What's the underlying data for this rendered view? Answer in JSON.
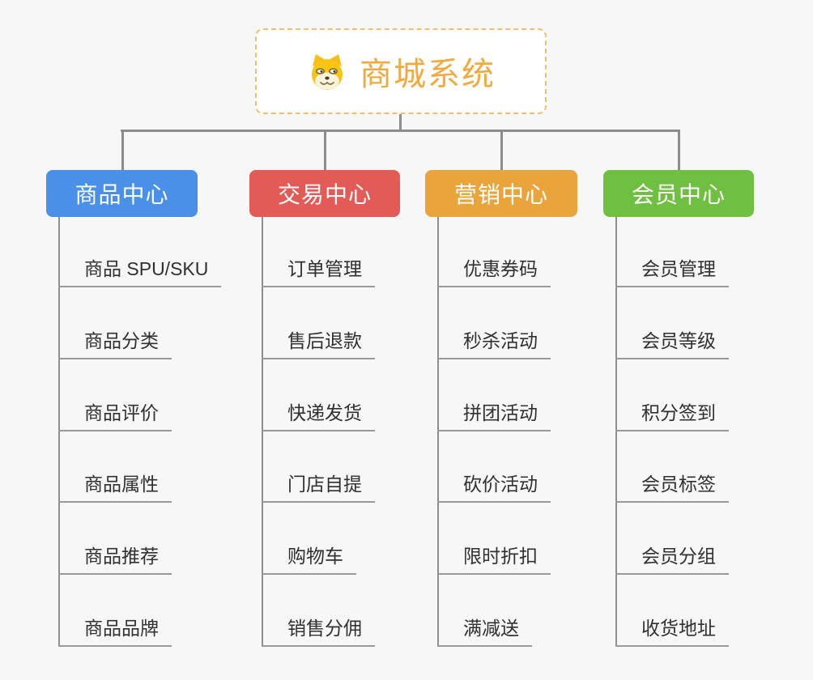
{
  "root": {
    "title": "商城系统",
    "icon": "doge-icon",
    "title_color": "#f2a93f",
    "border_color": "#f3be6c"
  },
  "style": {
    "background": "#f7f7f7",
    "connector_color": "#8c8c8c",
    "leaf_text_color": "#303030",
    "leaf_line_color": "#999999"
  },
  "branches": [
    {
      "label": "商品中心",
      "color": "#4a8fe8",
      "items": [
        "商品 SPU/SKU",
        "商品分类",
        "商品评价",
        "商品属性",
        "商品推荐",
        "商品品牌"
      ]
    },
    {
      "label": "交易中心",
      "color": "#e25b57",
      "items": [
        "订单管理",
        "售后退款",
        "快递发货",
        "门店自提",
        "购物车",
        "销售分佣"
      ]
    },
    {
      "label": "营销中心",
      "color": "#e9a53c",
      "items": [
        "优惠券码",
        "秒杀活动",
        "拼团活动",
        "砍价活动",
        "限时折扣",
        "满减送"
      ]
    },
    {
      "label": "会员中心",
      "color": "#6fc040",
      "items": [
        "会员管理",
        "会员等级",
        "积分签到",
        "会员标签",
        "会员分组",
        "收货地址"
      ]
    }
  ]
}
